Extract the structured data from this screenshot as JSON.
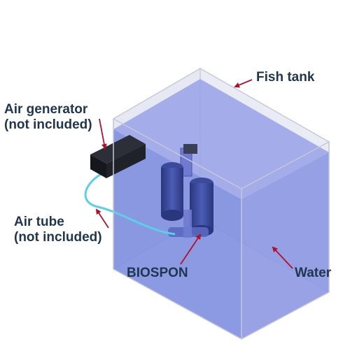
{
  "labels": {
    "fish_tank": "Fish tank",
    "air_generator_line1": "Air generator",
    "air_generator_line2": "(not included)",
    "air_tube_line1": "Air tube",
    "air_tube_line2": "(not included)",
    "biospon": "BIOSPON",
    "water": "Water"
  },
  "colors": {
    "label_text": "#1f3550",
    "arrow": "#b0122a",
    "water_fill": "#7f8fe0",
    "tank_edge": "#c4c8d6",
    "air_generator": "#1a1c22",
    "air_tube": "#5ad0e6",
    "sponge": "#3b4a9a"
  }
}
